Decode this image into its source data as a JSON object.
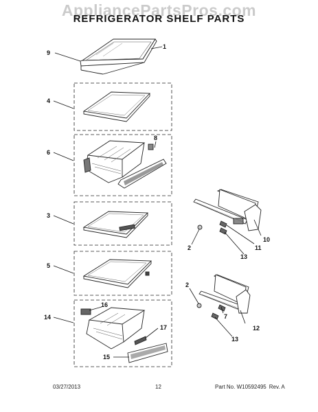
{
  "watermark": "AppliancePartsPros.com",
  "title": "REFRIGERATOR SHELF PARTS",
  "callouts": [
    "9",
    "1",
    "4",
    "6",
    "8",
    "3",
    "5",
    "14",
    "16",
    "17",
    "15",
    "2",
    "11",
    "10",
    "13",
    "2",
    "7",
    "12",
    "13"
  ],
  "footer": {
    "date": "03/27/2013",
    "page": "12",
    "part_no": "Part No. W10592495",
    "revision": "Rev. A"
  }
}
